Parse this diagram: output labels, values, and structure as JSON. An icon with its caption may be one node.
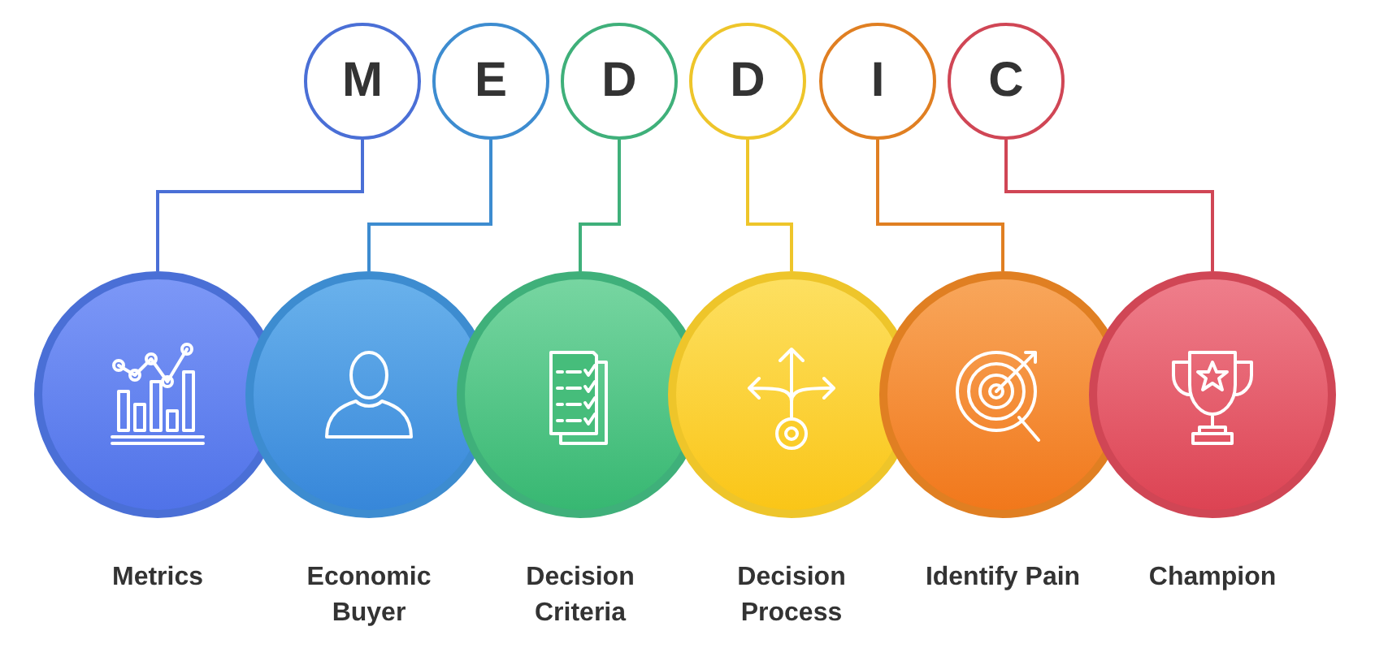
{
  "diagram": {
    "nodes": [
      {
        "text": [
          "M"
        ]
      },
      {
        "text": [
          "E"
        ]
      },
      {
        "text": [
          "D"
        ]
      },
      {
        "text": [
          "D"
        ]
      },
      {
        "text": [
          "I"
        ]
      },
      {
        "text": [
          "C"
        ]
      },
      {
        "text": [
          "Metrics"
        ]
      },
      {
        "text": [
          "Economic Buyer"
        ]
      },
      {
        "text": [
          "Decision Criteria"
        ]
      },
      {
        "text": [
          "Decision Process"
        ]
      },
      {
        "text": [
          "Identify Pain"
        ]
      },
      {
        "text": [
          "Champion"
        ]
      }
    ],
    "edges": [
      {
        "from": 0,
        "to": 6,
        "arrow": "none",
        "color": "#4a6fd6"
      },
      {
        "from": 1,
        "to": 7,
        "arrow": "none",
        "color": "#3d8cd0"
      },
      {
        "from": 2,
        "to": 8,
        "arrow": "none",
        "color": "#3fb07a"
      },
      {
        "from": 3,
        "to": 9,
        "arrow": "none",
        "color": "#eec52a"
      },
      {
        "from": 4,
        "to": 10,
        "arrow": "none",
        "color": "#e07f22"
      },
      {
        "from": 5,
        "to": 11,
        "arrow": "none",
        "color": "#d04655"
      }
    ]
  }
}
